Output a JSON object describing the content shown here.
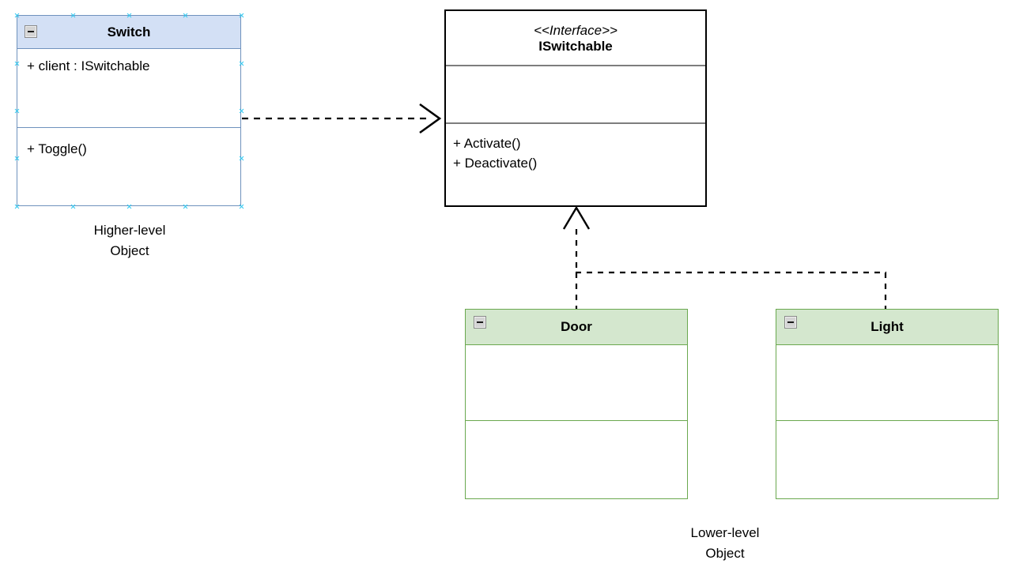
{
  "diagram": {
    "type": "uml-class-diagram",
    "background": "#ffffff"
  },
  "classes": {
    "switch": {
      "name": "Switch",
      "collapse_icon": "minus-icon",
      "selected": true,
      "header_fill": "#d3e0f5",
      "border_color": "#6f92bd",
      "attributes": [
        "+ client : ISwitchable"
      ],
      "methods": [
        "+ Toggle()"
      ]
    },
    "iswitchable": {
      "stereotype": "<<Interface>>",
      "name": "ISwitchable",
      "header_fill": "#ffffff",
      "border_color": "#000000",
      "attributes": [],
      "methods": [
        "+ Activate()",
        "+ Deactivate()"
      ]
    },
    "door": {
      "name": "Door",
      "collapse_icon": "minus-icon",
      "header_fill": "#d4e7ce",
      "border_color": "#6aa84f",
      "attributes": [],
      "methods": []
    },
    "light": {
      "name": "Light",
      "collapse_icon": "minus-icon",
      "header_fill": "#d4e7ce",
      "border_color": "#6aa84f",
      "attributes": [],
      "methods": []
    }
  },
  "captions": {
    "higher_level_line1": "Higher-level",
    "higher_level_line2": "Object",
    "lower_level_line1": "Lower-level",
    "lower_level_line2": "Object"
  },
  "connectors": [
    {
      "id": "switch-to-iswitchable",
      "kind": "dependency",
      "style": "dashed",
      "arrowhead": "open",
      "from": "switch",
      "to": "iswitchable"
    },
    {
      "id": "door-to-iswitchable",
      "kind": "realization",
      "style": "dashed",
      "arrowhead": "hollow-triangle",
      "from": "door",
      "to": "iswitchable"
    },
    {
      "id": "light-to-iswitchable",
      "kind": "realization",
      "style": "dashed",
      "arrowhead": "hollow-triangle",
      "from": "light",
      "to": "iswitchable"
    }
  ]
}
